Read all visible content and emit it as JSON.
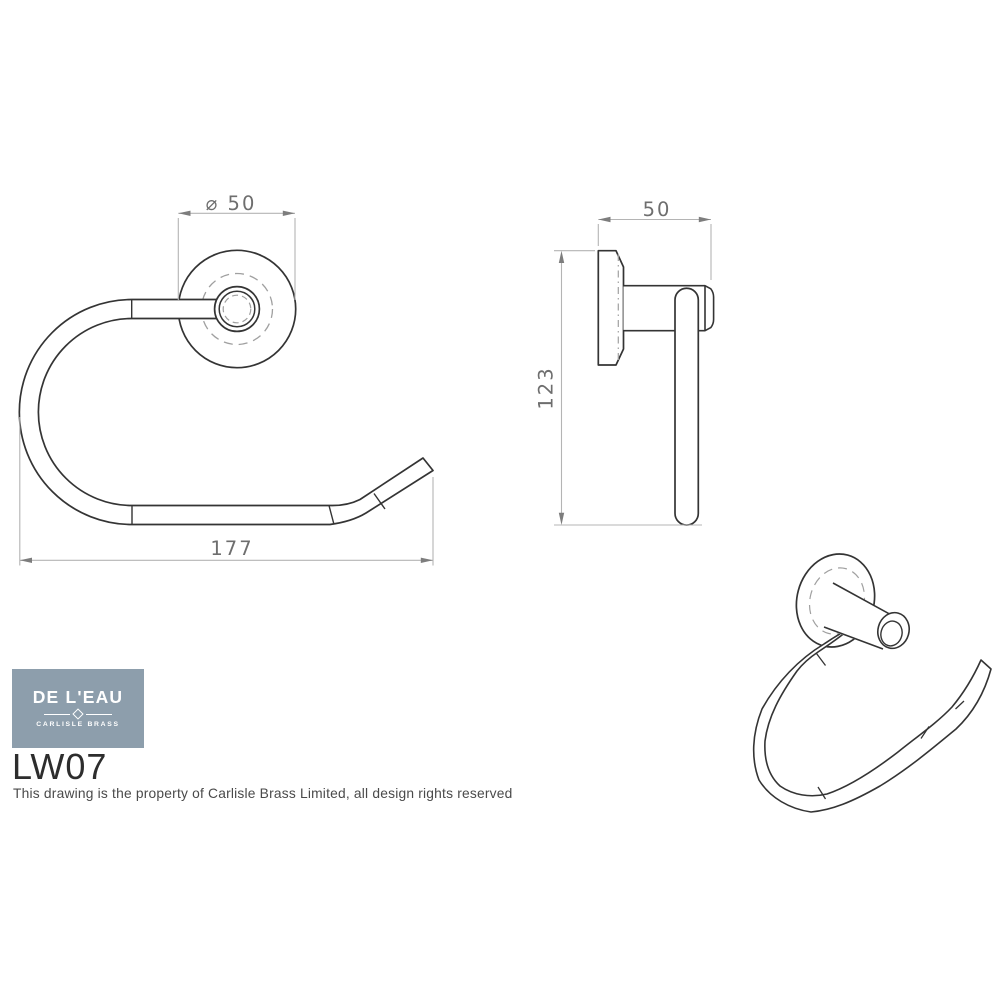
{
  "logo": {
    "brand": "DE L'EAU",
    "subtitle": "CARLISLE BRASS",
    "bg_color": "#8D9EAC"
  },
  "product": {
    "code": "LW07"
  },
  "footer": {
    "copyright": "This drawing is the property of Carlisle Brass Limited, all design rights reserved"
  },
  "views": {
    "front": {
      "dim_diameter": "⌀ 50",
      "dim_width": "177"
    },
    "side": {
      "dim_depth": "50",
      "dim_height": "123"
    }
  },
  "colors": {
    "object_line": "#343434",
    "hidden_line": "#a0a0a0",
    "dimension_line": "#b4b4b4",
    "dimension_arrow": "#7d7d7d",
    "dimension_text": "#6e6e6e",
    "logo_background": "#8D9EAC",
    "background": "#ffffff"
  }
}
